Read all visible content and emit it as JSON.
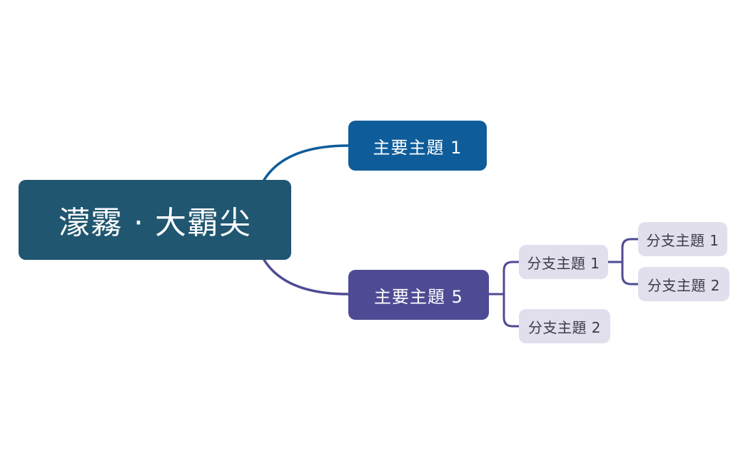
{
  "mindmap": {
    "central_topic": "濛霧 · 大霸尖",
    "main_topics": [
      {
        "label": "主要主題 1",
        "color": "#0e5c9a",
        "subtopics": []
      },
      {
        "label": "主要主題 5",
        "color": "#4e4b94",
        "subtopics": [
          {
            "label": "分支主題 1",
            "subtopics": [
              {
                "label": "分支主題 1"
              },
              {
                "label": "分支主題 2"
              }
            ]
          },
          {
            "label": "分支主題 2",
            "subtopics": []
          }
        ]
      }
    ],
    "colors": {
      "central": "#215670",
      "subtopic_fill": "#e1dfec",
      "subtopic_text": "#3c3c4a"
    }
  }
}
